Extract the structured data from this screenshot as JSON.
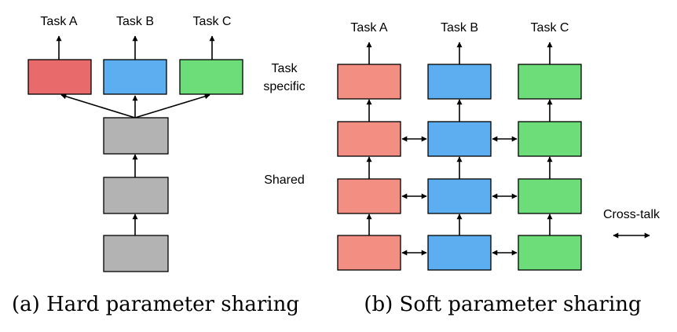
{
  "hard_sharing": {
    "task_labels": [
      "Task A",
      "Task B",
      "Task C"
    ],
    "caption": "(a) Hard parameter sharing"
  },
  "soft_sharing": {
    "task_labels": [
      "Task A",
      "Task B",
      "Task C"
    ],
    "caption": "(b) Soft parameter sharing"
  },
  "labels": {
    "task_specific_line1": "Task",
    "task_specific_line2": "specific",
    "shared": "Shared",
    "cross_talk": "Cross-talk"
  },
  "colors": {
    "task_a": "#e86a6a",
    "task_a_soft": "#f28f82",
    "task_b": "#5daef1",
    "task_c": "#6ddd79",
    "shared": "#b3b3b3"
  }
}
